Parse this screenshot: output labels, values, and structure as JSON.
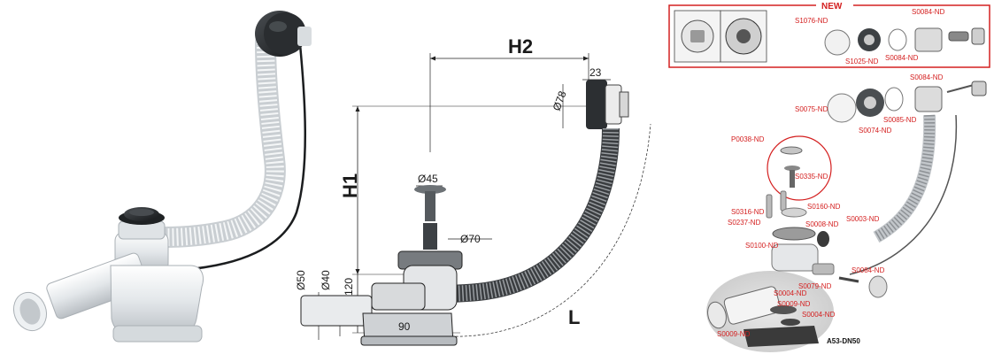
{
  "dimensions": {
    "h2": "H2",
    "h1": "H1",
    "l": "L",
    "d23": "23",
    "d78": "Ø78",
    "d45": "Ø45",
    "d70": "Ø70",
    "d50": "Ø50",
    "d40": "Ø40",
    "d120": "120",
    "d90": "90"
  },
  "exploded": {
    "new_label": "NEW",
    "article": "A53-DN50",
    "parts": {
      "s1076": "S1076-ND",
      "s1025": "S1025-ND",
      "s0084_top": "S0084-ND",
      "s0084_new2": "S0084-ND",
      "s0084_mid": "S0084-ND",
      "s0075": "S0075-ND",
      "s0074": "S0074-ND",
      "s0085": "S0085-ND",
      "p0038": "P0038-ND",
      "s0335": "S0335-ND",
      "s0316": "S0316-ND",
      "s0160": "S0160-ND",
      "s0237": "S0237-ND",
      "s0003": "S0003-ND",
      "s0008": "S0008-ND",
      "s0100": "S0100-ND",
      "s0084_low": "S0084-ND",
      "s0079": "S0079-ND",
      "s0004_a": "S0004-ND",
      "s0009_a": "S0009-ND",
      "s0004_b": "S0004-ND",
      "s0009_b": "S0009-ND"
    }
  },
  "colors": {
    "accent_red": "#d42020",
    "dimension_ink": "#1a1a1a",
    "plastic_white": "#e9ecef",
    "cap_black": "#1e2124",
    "ribbed_hose": "#3a3d40"
  }
}
